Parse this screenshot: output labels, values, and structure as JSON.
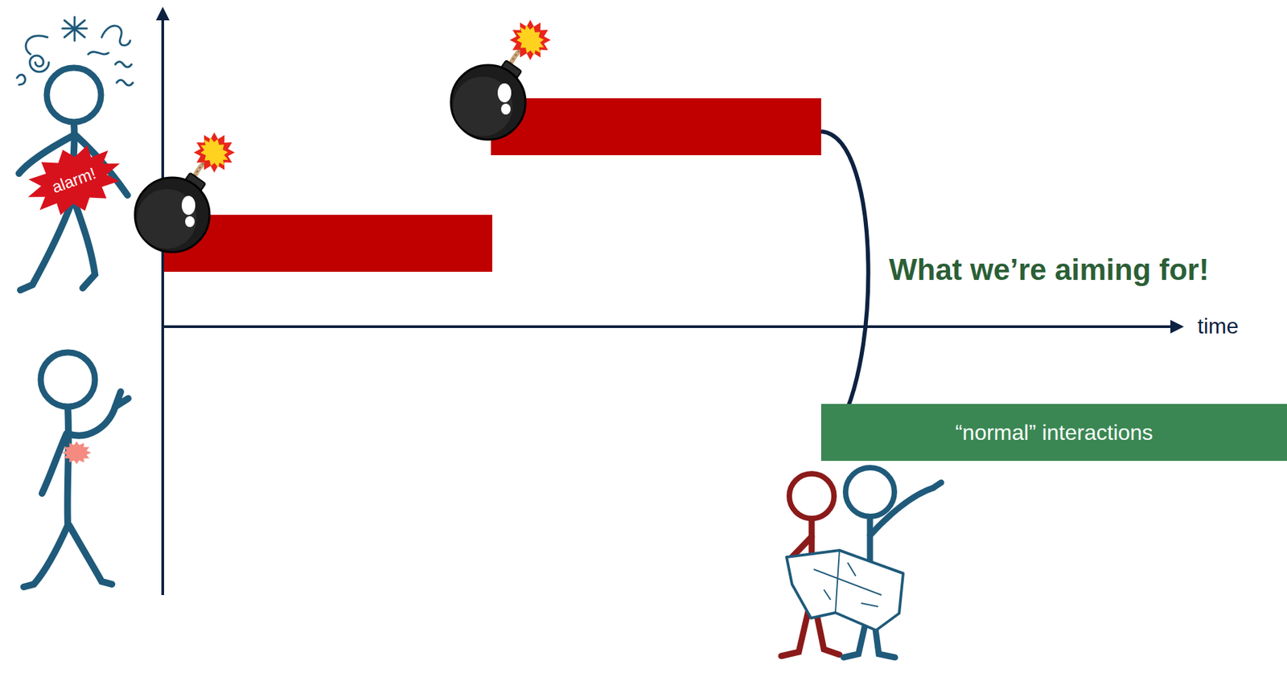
{
  "diagram": {
    "nodes": [
      {
        "text": [
          "“normal” interactions"
        ]
      }
    ],
    "labels": [
      "What we’re aiming for!",
      "time",
      "alarm!"
    ]
  }
}
